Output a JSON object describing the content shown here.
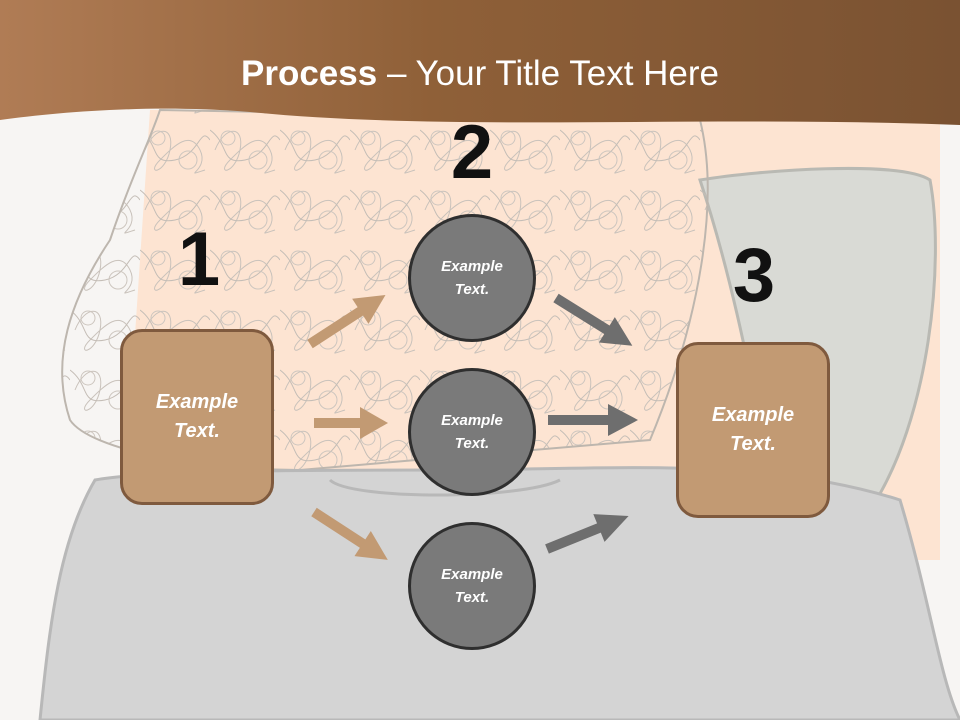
{
  "title": {
    "bold": "Process",
    "rest": " – Your Title Text Here"
  },
  "steps": [
    {
      "number": "1",
      "text": "Example Text."
    },
    {
      "number": "2",
      "text": ""
    },
    {
      "number": "3",
      "text": "Example Text."
    }
  ],
  "circles": [
    {
      "text": "Example Text."
    },
    {
      "text": "Example Text."
    },
    {
      "text": "Example Text."
    }
  ],
  "colors": {
    "header": "#8a5c38",
    "box_fill": "#c29a73",
    "box_border": "#7f5a3e",
    "circle_fill": "#7a7a7a",
    "arrow_brown": "#c29a73",
    "arrow_gray": "#6e6e6e"
  }
}
